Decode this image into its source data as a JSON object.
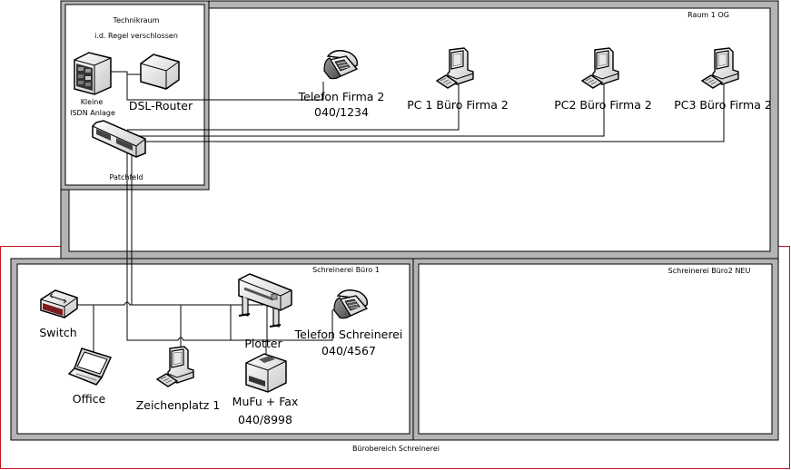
{
  "diagram": {
    "title": "Bürobereich Schreinerei",
    "zones": {
      "outer_zone_label": "Bürobereich Schreinerei",
      "outer_zone_color": "#c0121e",
      "wall_color": "#b4b4b4",
      "rooms": [
        {
          "id": "raum-1og",
          "label": "Raum 1 OG"
        },
        {
          "id": "technikraum",
          "label_line1": "Technikraum",
          "label_line2": "i.d. Regel verschlossen"
        },
        {
          "id": "schreinerei-buero-1",
          "label": "Schreinerei Büro 1"
        },
        {
          "id": "schreinerei-buero-2",
          "label": "Schreinerei Büro2 NEU"
        }
      ]
    },
    "devices": {
      "isdn": {
        "label_line1": "Kleine",
        "label_line2": "ISDN Anlage",
        "icon": "pbx-server-icon"
      },
      "dsl_router": {
        "label": "DSL-Router",
        "icon": "router-box-icon"
      },
      "patchfeld": {
        "label": "Patchfeld",
        "icon": "patch-panel-icon"
      },
      "telefon_firma2": {
        "label": "Telefon Firma 2",
        "number": "040/1234",
        "icon": "telephone-icon"
      },
      "pc1": {
        "label": "PC 1 Büro Firma 2",
        "icon": "desktop-pc-icon"
      },
      "pc2": {
        "label": "PC2 Büro Firma 2",
        "icon": "desktop-pc-icon"
      },
      "pc3": {
        "label": "PC3 Büro Firma 2",
        "icon": "desktop-pc-icon"
      },
      "switch": {
        "label": "Switch",
        "icon": "network-switch-icon"
      },
      "office": {
        "label": "Office",
        "icon": "laptop-icon"
      },
      "zeichenplatz": {
        "label": "Zeichenplatz 1",
        "icon": "desktop-pc-icon"
      },
      "plotter": {
        "label": "Plotter",
        "icon": "plotter-icon"
      },
      "mufu": {
        "label": "MuFu + Fax",
        "number": "040/8998",
        "icon": "multifunction-printer-icon"
      },
      "telefon_schreinerei": {
        "label": "Telefon Schreinerei",
        "number": "040/4567",
        "icon": "telephone-icon"
      }
    }
  }
}
